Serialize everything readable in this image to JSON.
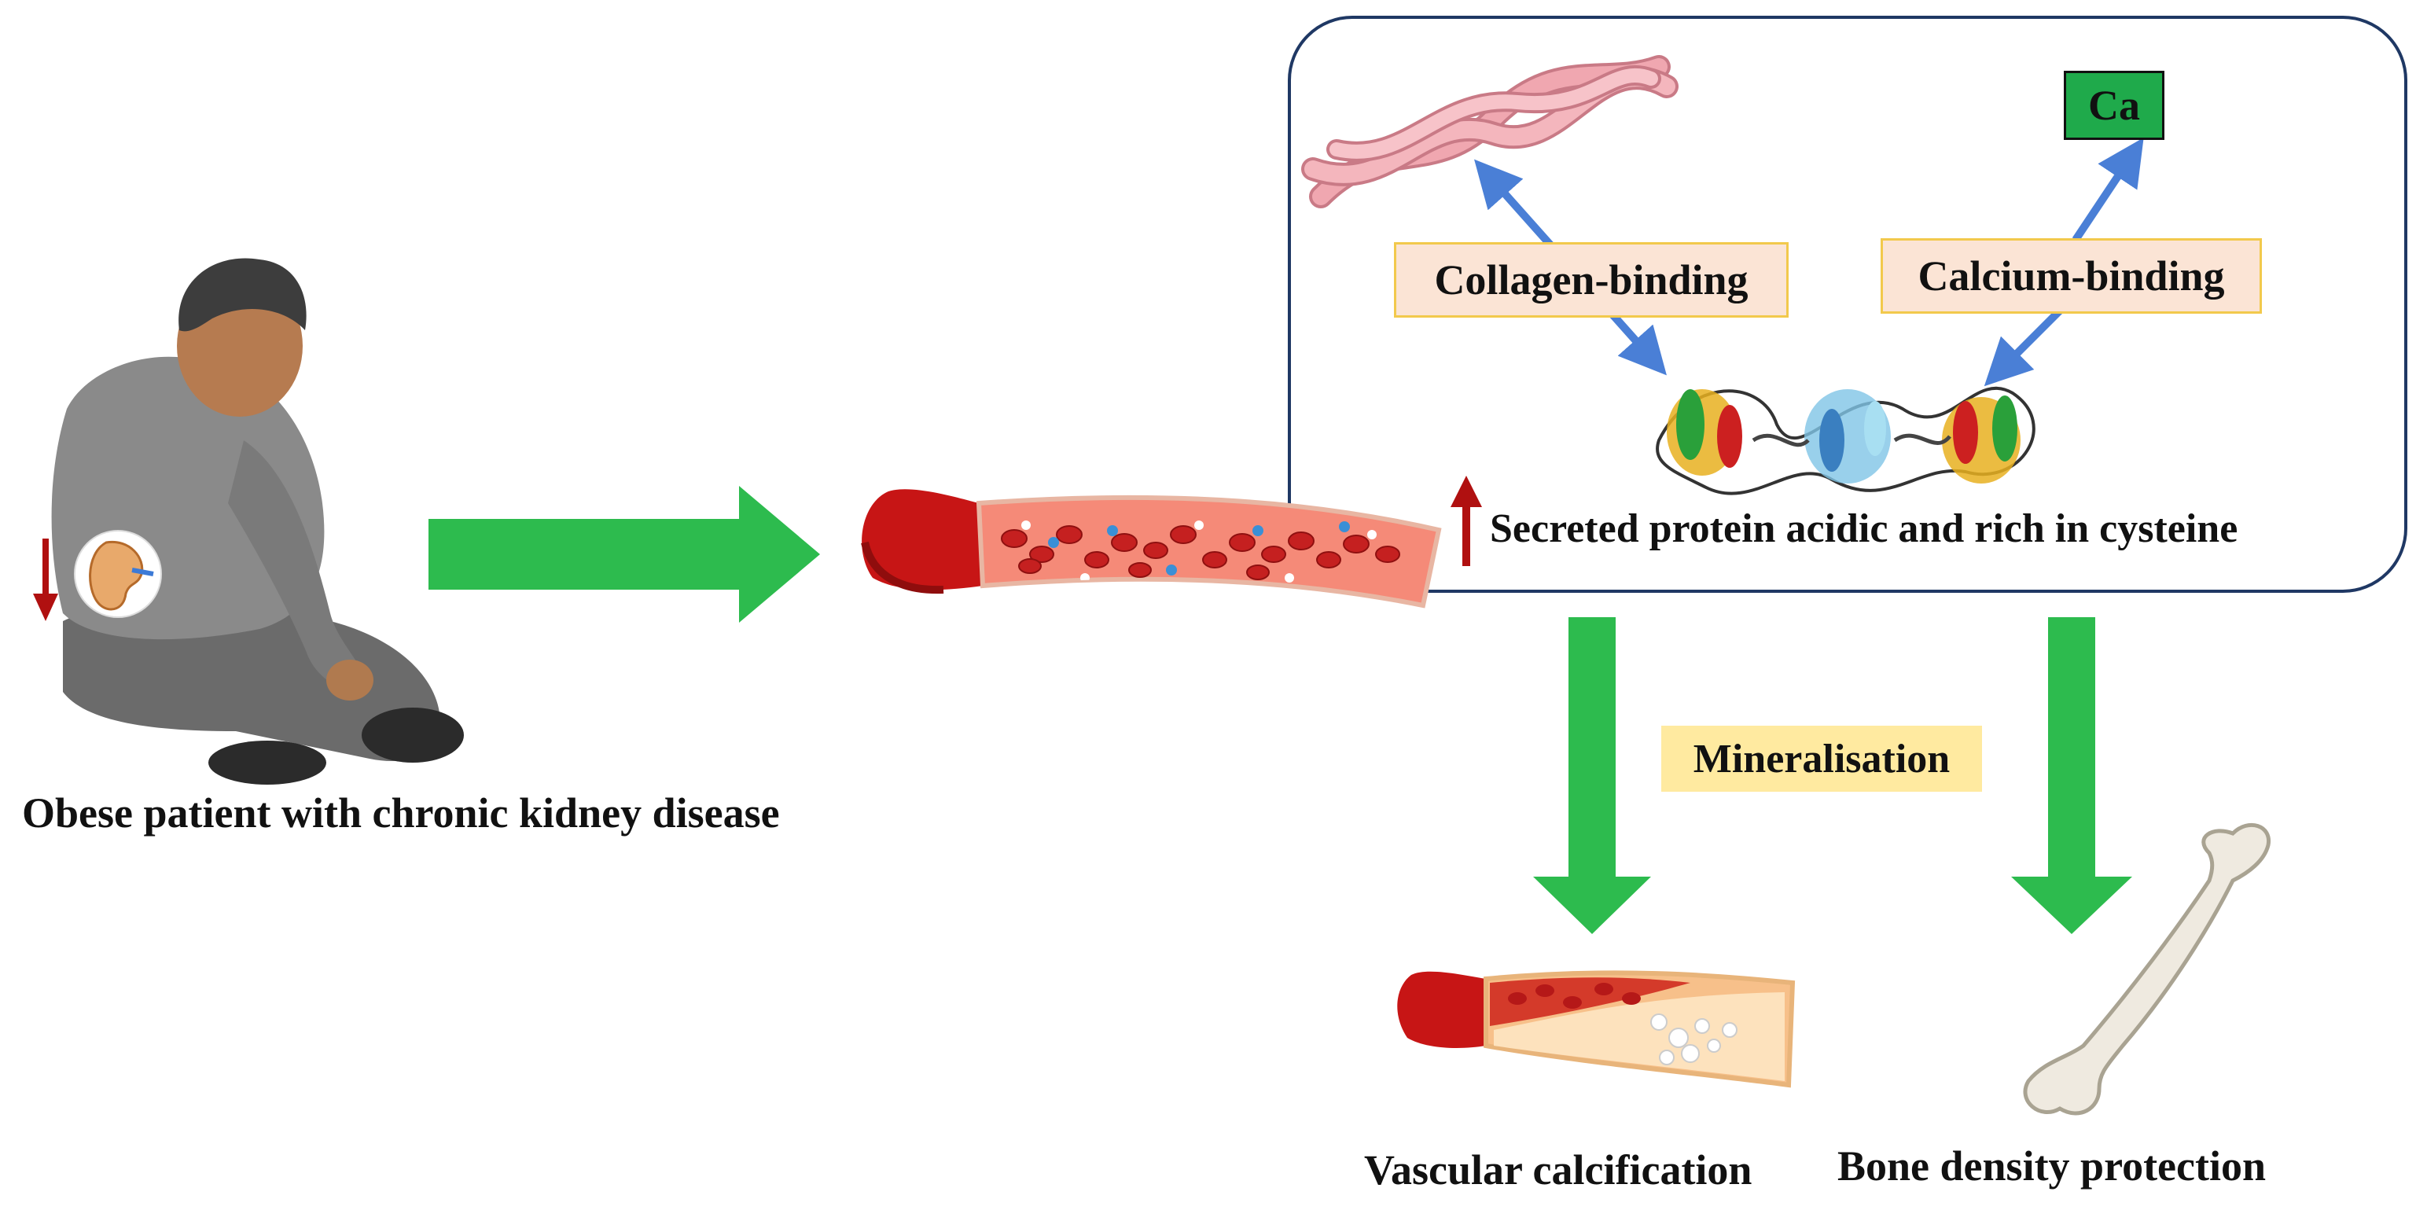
{
  "labels": {
    "patient": "Obese patient with chronic kidney disease",
    "protein": "Secreted protein acidic and rich in cysteine",
    "collagen_binding": "Collagen-binding",
    "calcium_binding": "Calcium-binding",
    "calcium_symbol": "Ca",
    "mineralisation": "Mineralisation",
    "vascular_calcification": "Vascular calcification",
    "bone_density": "Bone density protection"
  },
  "colors": {
    "flow_arrow": "#2dbb4e",
    "binding_arrow": "#4a7fd6",
    "increase_arrow": "#b01010",
    "vessel_outer": "#c71515",
    "vessel_inner": "#f58a78",
    "collagen": "#ee9aa4",
    "label_box_fill": "#fbe4d5",
    "label_box_border": "#f2c94c",
    "mineralisation_fill": "#ffeaa0",
    "calcium_box": "#1faa4b",
    "panel_border": "#1f3864"
  },
  "icons": [
    "patient-figure",
    "kidney-icon",
    "blood-vessel-icon",
    "collagen-helix-icon",
    "protein-structure-icon",
    "calcified-vessel-icon",
    "bone-icon"
  ]
}
